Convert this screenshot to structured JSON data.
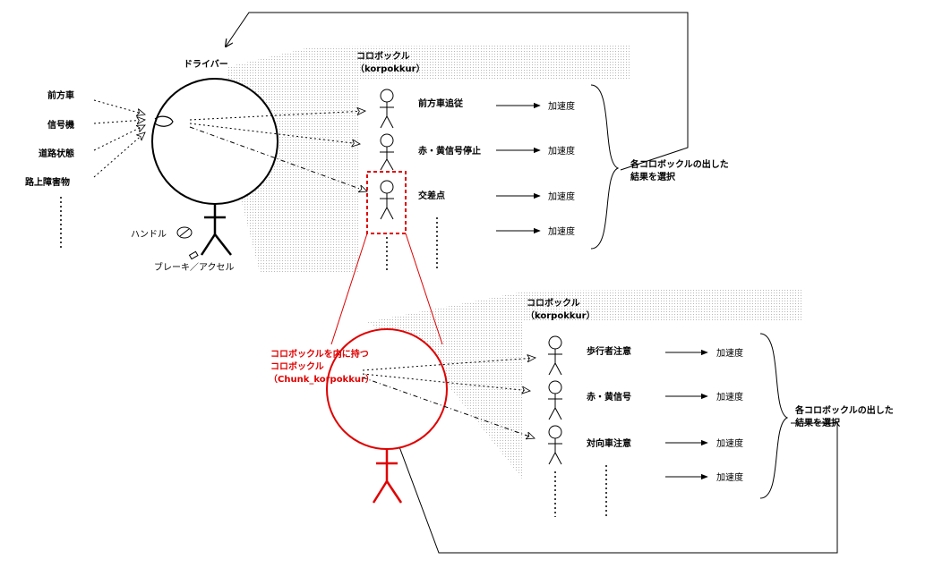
{
  "colors": {
    "ink": "#000000",
    "accent_red": "#e00000",
    "panel_fill": "#f2f2f2"
  },
  "driver": {
    "title": "ドライバー",
    "inputs": [
      "前方車",
      "信号機",
      "道路状態",
      "路上障害物"
    ],
    "handle_label": "ハンドル",
    "pedal_label": "ブレーキ／アクセル"
  },
  "panel_top": {
    "title": "コロボックル",
    "subtitle": "（korpokkur）",
    "agents": [
      "前方車追従",
      "赤・黄信号停止",
      "交差点"
    ],
    "output_label": "加速度",
    "outputs": [
      "加速度",
      "加速度",
      "加速度",
      "加速度"
    ],
    "summary_line1": "各コロボックルの出した",
    "summary_line2": "結果を選択"
  },
  "chunk": {
    "line1": "コロボックルを内に持つ",
    "line2": "コロボックル",
    "line3": "（Chunk_korpokkur）"
  },
  "panel_bottom": {
    "title": "コロボックル",
    "subtitle": "（korpokkur）",
    "agents": [
      "歩行者注意",
      "赤・黄信号",
      "対向車注意"
    ],
    "outputs": [
      "加速度",
      "加速度",
      "加速度",
      "加速度"
    ],
    "summary_line1": "各コロボックルの出した",
    "summary_line2": "結果を選択"
  }
}
